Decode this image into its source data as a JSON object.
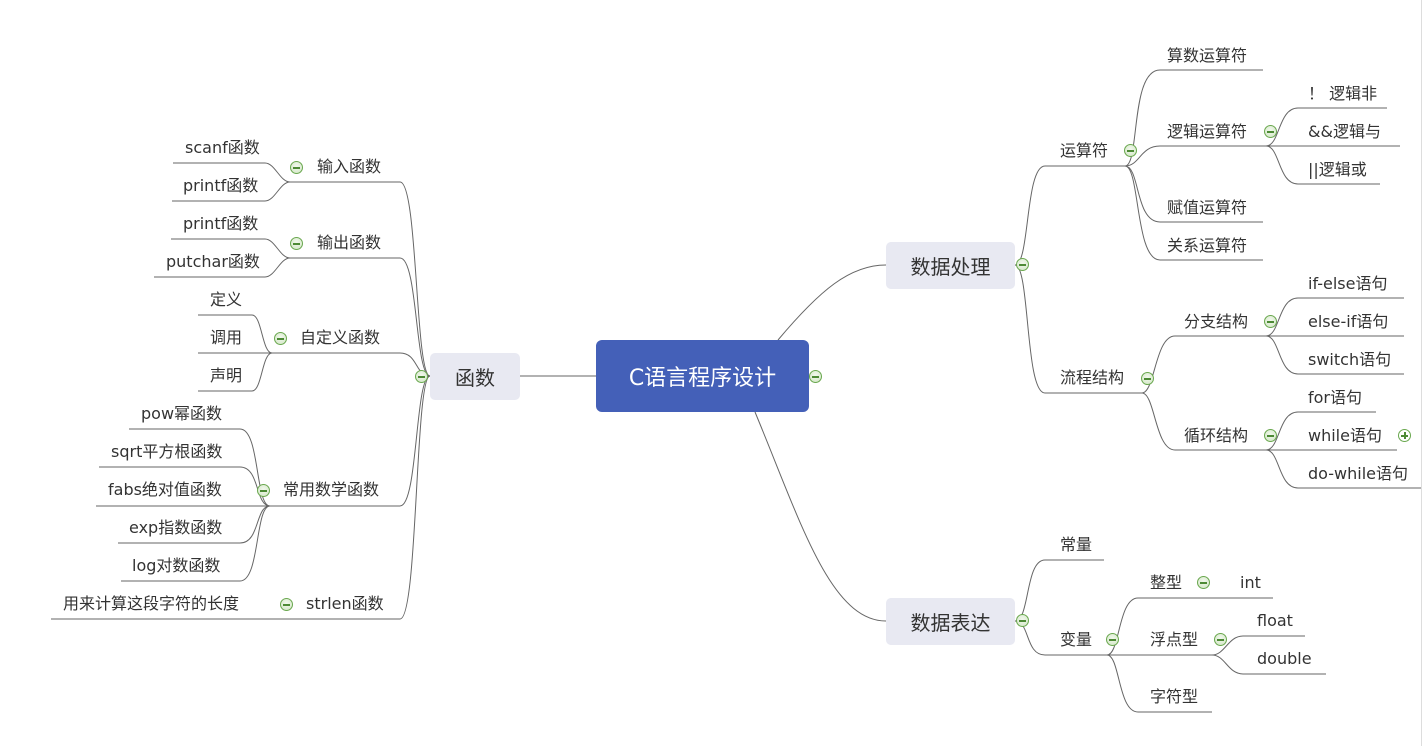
{
  "root": {
    "label": "C语言程序设计"
  },
  "colors": {
    "root_fill": "#4460b8",
    "main_fill": "#e8e9f2",
    "line": "#666666",
    "toggle": "#6aa84f"
  },
  "branches": {
    "functions": {
      "label": "函数",
      "input": {
        "label": "输入函数",
        "children": [
          "scanf函数",
          "printf函数"
        ]
      },
      "output": {
        "label": "输出函数",
        "children": [
          "printf函数",
          "putchar函数"
        ]
      },
      "custom": {
        "label": "自定义函数",
        "children": [
          "定义",
          "调用",
          "声明"
        ]
      },
      "math": {
        "label": "常用数学函数",
        "children": [
          "pow幂函数",
          "sqrt平方根函数",
          "fabs绝对值函数",
          "exp指数函数",
          "log对数函数"
        ]
      },
      "strlen": {
        "label": "strlen函数",
        "children": [
          "用来计算这段字符的长度"
        ]
      }
    },
    "processing": {
      "label": "数据处理",
      "operators": {
        "label": "运算符",
        "arith": "算数运算符",
        "logic": {
          "label": "逻辑运算符",
          "children": [
            "！ 逻辑非",
            "&&逻辑与",
            "||逻辑或"
          ]
        },
        "assign": "赋值运算符",
        "relation": "关系运算符"
      },
      "flow": {
        "label": "流程结构",
        "branch": {
          "label": "分支结构",
          "children": [
            "if-else语句",
            "else-if语句",
            "switch语句"
          ]
        },
        "loop": {
          "label": "循环结构",
          "children": [
            "for语句",
            "while语句",
            "do-while语句"
          ]
        }
      }
    },
    "expression": {
      "label": "数据表达",
      "constant": "常量",
      "variable": {
        "label": "变量",
        "integer": {
          "label": "整型",
          "children": [
            "int"
          ]
        },
        "float": {
          "label": "浮点型",
          "children": [
            "float",
            "double"
          ]
        },
        "char": "字符型"
      }
    }
  },
  "icons": {
    "collapse": "minus-circle-icon",
    "expand": "plus-circle-icon"
  }
}
